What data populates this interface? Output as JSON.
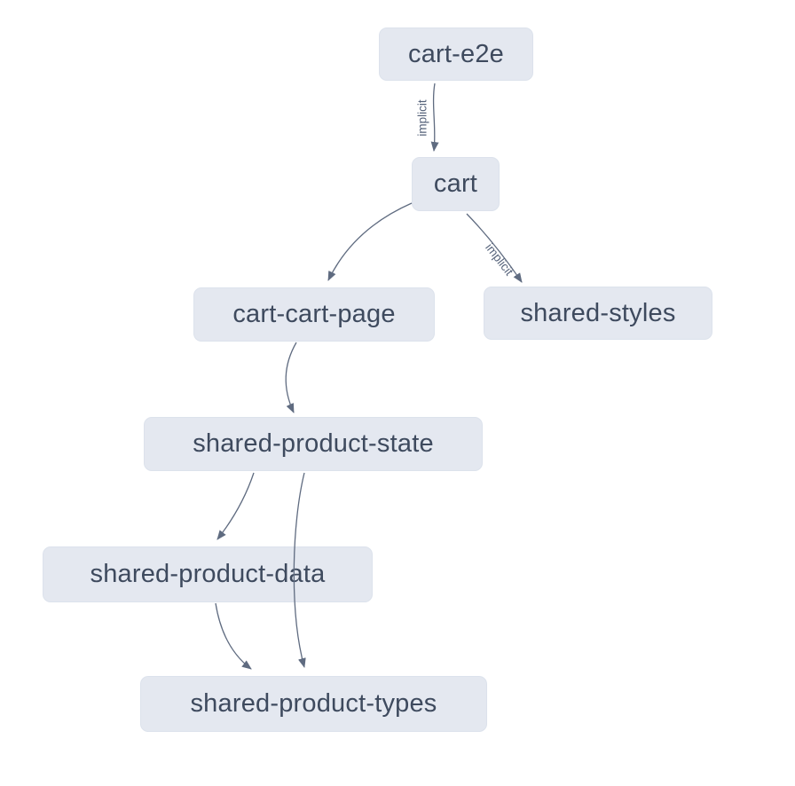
{
  "diagram": {
    "kind": "project-dependency-graph",
    "background_color": "#ffffff",
    "node_fill_color": "#e4e8f0",
    "node_text_color": "#3e4a5e",
    "edge_color": "#5f6b80",
    "edge_label_color": "#55627a",
    "nodes": [
      {
        "id": "cart-e2e",
        "label": "cart-e2e"
      },
      {
        "id": "cart",
        "label": "cart"
      },
      {
        "id": "cart-cart-page",
        "label": "cart-cart-page"
      },
      {
        "id": "shared-styles",
        "label": "shared-styles"
      },
      {
        "id": "shared-product-state",
        "label": "shared-product-state"
      },
      {
        "id": "shared-product-data",
        "label": "shared-product-data"
      },
      {
        "id": "shared-product-types",
        "label": "shared-product-types"
      }
    ],
    "edges": [
      {
        "source": "cart-e2e",
        "target": "cart",
        "label": "implicit"
      },
      {
        "source": "cart",
        "target": "cart-cart-page",
        "label": ""
      },
      {
        "source": "cart",
        "target": "shared-styles",
        "label": "implicit"
      },
      {
        "source": "cart-cart-page",
        "target": "shared-product-state",
        "label": ""
      },
      {
        "source": "shared-product-state",
        "target": "shared-product-data",
        "label": ""
      },
      {
        "source": "shared-product-state",
        "target": "shared-product-types",
        "label": ""
      },
      {
        "source": "shared-product-data",
        "target": "shared-product-types",
        "label": ""
      }
    ]
  }
}
